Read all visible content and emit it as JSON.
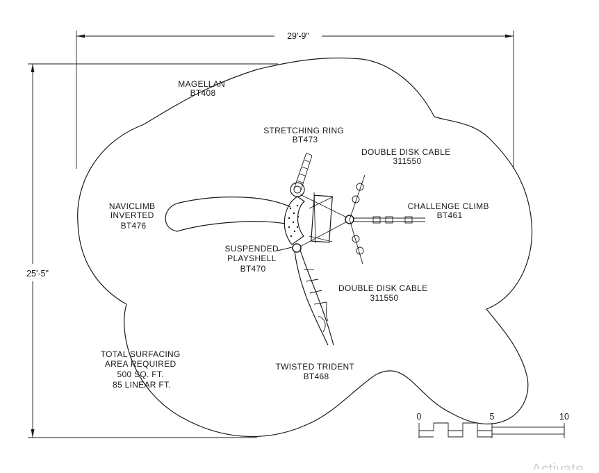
{
  "dimensions": {
    "width": "29'-9\"",
    "height": "25'-5\""
  },
  "labels": {
    "magellan": [
      "MAGELLAN",
      "BT408"
    ],
    "stretching_ring": [
      "STRETCHING RING",
      "BT473"
    ],
    "double_disk_cable_top": [
      "DOUBLE DISK CABLE",
      "311550"
    ],
    "naviclimb": [
      "NAVICLIMB",
      "INVERTED",
      "BT476"
    ],
    "challenge_climb": [
      "CHALLENGE CLIMB",
      "BT461"
    ],
    "suspended_playshell": [
      "SUSPENDED",
      "PLAYSHELL",
      "BT470"
    ],
    "double_disk_cable_bottom": [
      "DOUBLE DISK CABLE",
      "311550"
    ],
    "total_surfacing": [
      "TOTAL SURFACING",
      "AREA REQUIRED",
      "500 SQ. FT.",
      "85 LINEAR FT."
    ],
    "twisted_trident": [
      "TWISTED TRIDENT",
      "BT468"
    ]
  },
  "scale_bar": {
    "ticks": [
      "0",
      "5",
      "10"
    ]
  },
  "watermark": "Activate"
}
